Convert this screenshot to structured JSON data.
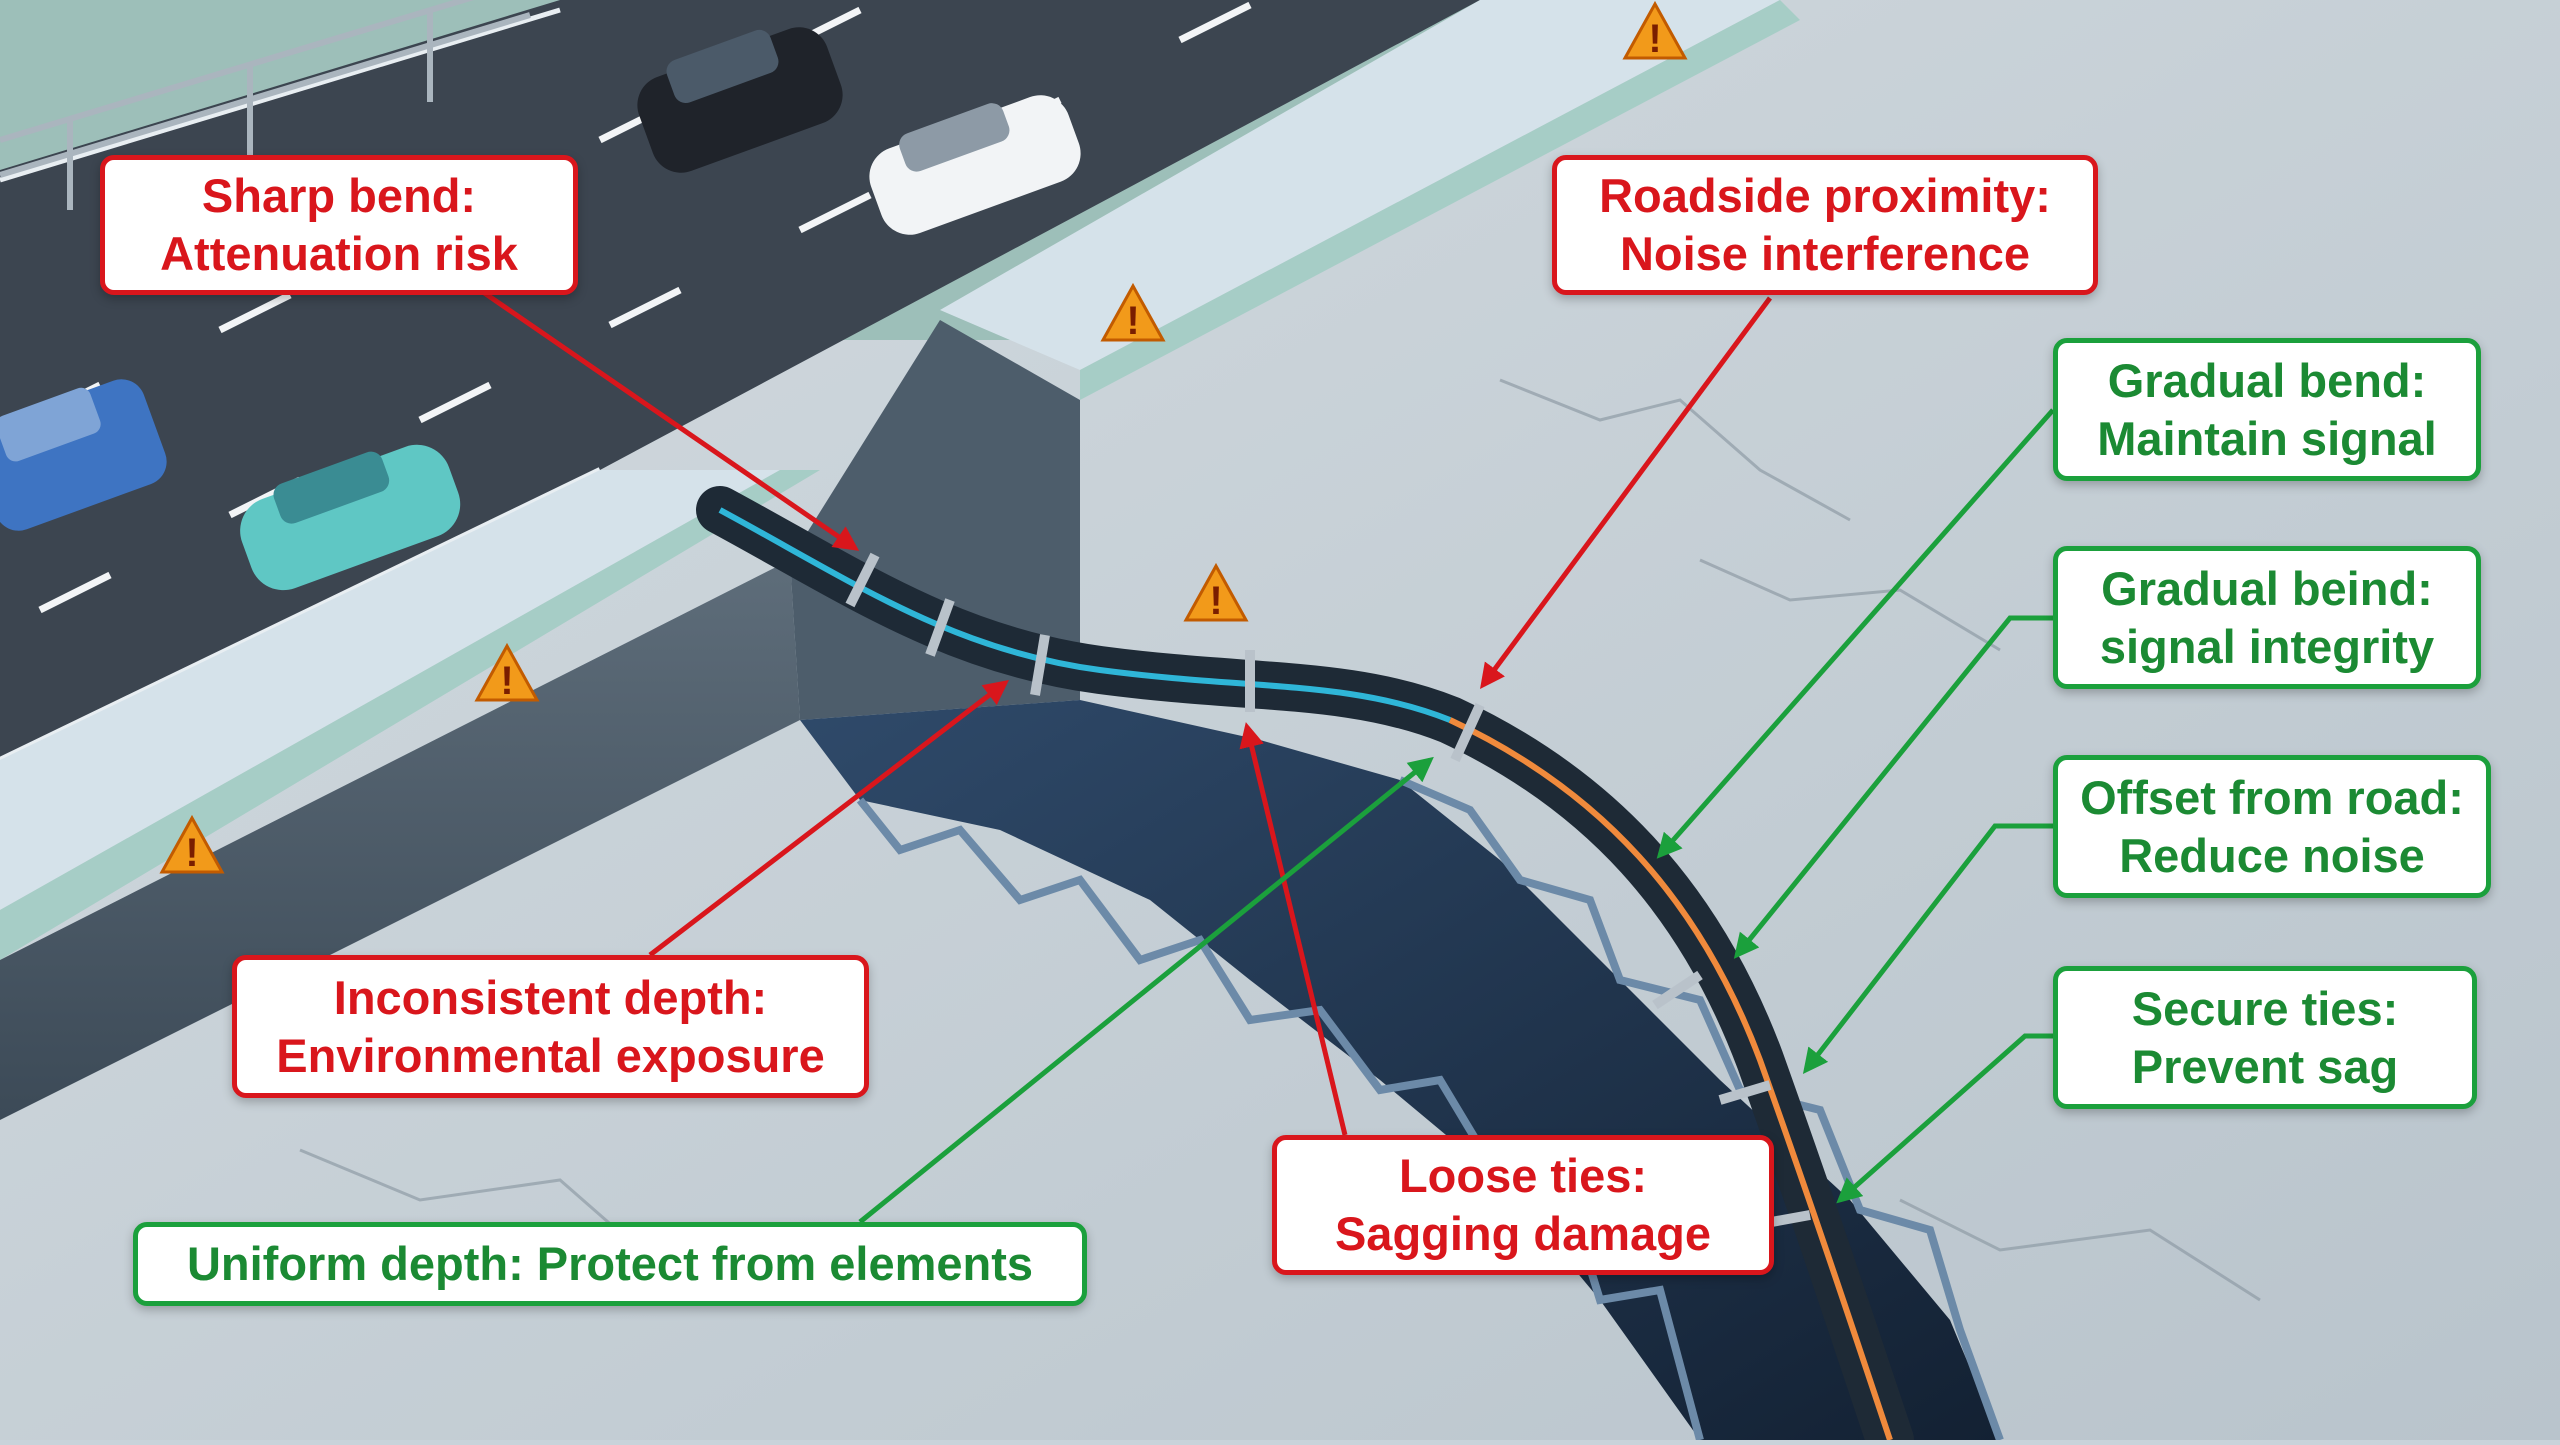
{
  "colors": {
    "problem": "#d9161c",
    "solution": "#1ba03c",
    "cable_stripe_blue": "#2fb6d8",
    "cable_stripe_orange": "#f08a3c"
  },
  "problems": [
    {
      "id": "sharp-bend",
      "line1": "Sharp bend:",
      "line2": "Attenuation risk"
    },
    {
      "id": "roadside-proximity",
      "line1": "Roadside proximity:",
      "line2": "Noise interference"
    },
    {
      "id": "inconsistent-depth",
      "line1": "Inconsistent depth:",
      "line2": "Environmental exposure"
    },
    {
      "id": "loose-ties",
      "line1": "Loose ties:",
      "line2": "Sagging damage"
    }
  ],
  "solutions": [
    {
      "id": "gradual-bend-1",
      "line1": "Gradual bend:",
      "line2": "Maintain signal"
    },
    {
      "id": "gradual-bend-2",
      "line1": "Gradual beind:",
      "line2": "signal integrity"
    },
    {
      "id": "offset-from-road",
      "line1": "Offset from road:",
      "line2": "Reduce noise"
    },
    {
      "id": "secure-ties",
      "line1": "Secure ties:",
      "line2": "Prevent sag"
    },
    {
      "id": "uniform-depth",
      "line1": "Uniform depth: Protect from elements",
      "line2": ""
    }
  ],
  "warning_icons": [
    "warning-icon",
    "warning-icon",
    "warning-icon",
    "warning-icon",
    "warning-icon"
  ]
}
